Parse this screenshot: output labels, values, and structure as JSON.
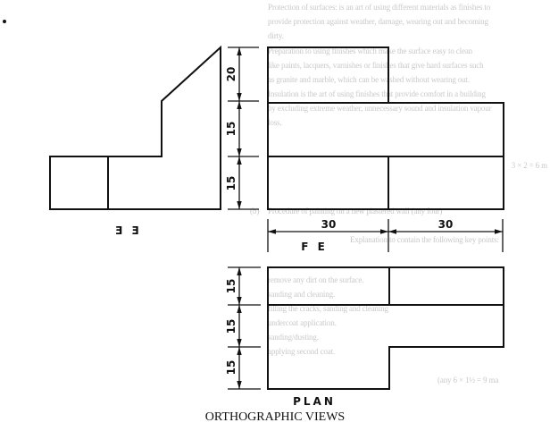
{
  "bleed_text": {
    "lines": [
      "Protection of surfaces: is an art of using different materials as finishes to",
      "provide protection against weather, damage, wearing out and becoming",
      "dirty.",
      "Preparation to using finishes which make the surface easy to clean",
      "like paints, lacquers, varnishes or finishes that give hard surfaces such",
      "as granite and marble, which can be washed without wearing out.",
      "Insulation is the art of using finishes that provide comfort in a building",
      "by excluding extreme weather, unnecessary sound and insulation vapour",
      "loss."
    ],
    "marks_a": "3 × 2 = 6 m",
    "part_b_label": "(b)",
    "part_b_heading": "Procedure of painting on a new plastered wall (any four)",
    "explanation": "Explanation to contain the following key points:",
    "points": [
      "remove any dirt on the surface.",
      "sanding and cleaning.",
      "filling the cracks, sanding and cleaning",
      "undercoat application.",
      "sanding/dusting.",
      "applying second coat."
    ],
    "marks_b": "(any 6 × 1½ = 9 ma"
  },
  "drawing": {
    "end_elevation_label": "E E",
    "front_elevation_label": "F E",
    "plan_label": "PLAN",
    "caption": "ORTHOGRAPHIC VIEWS",
    "fe_dims_vertical": [
      "20",
      "15",
      "15"
    ],
    "fe_dims_horizontal": [
      "30",
      "30"
    ],
    "plan_dims_vertical": [
      "15",
      "15",
      "15"
    ]
  }
}
